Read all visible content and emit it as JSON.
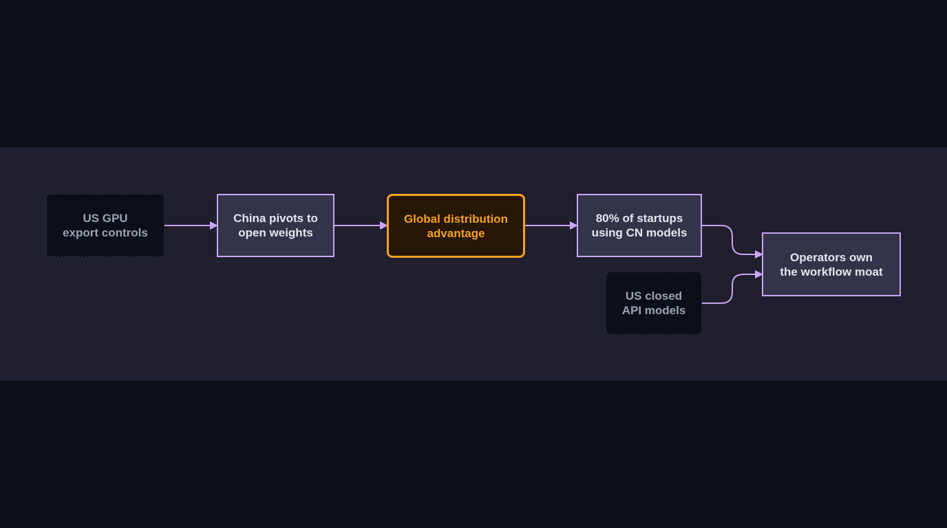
{
  "colors": {
    "background": "#0b0f17",
    "band": "#201f2f",
    "edge": "#c9a6f5",
    "focus": "#f5a11e",
    "input_text": "#9aa3b2",
    "process_text": "#e6e6f0"
  },
  "nodes": {
    "us_gpu": {
      "line1": "US GPU",
      "line2": "export controls"
    },
    "china_pivots": {
      "line1": "China pivots to",
      "line2": "open weights"
    },
    "global_distribution": {
      "line1": "Global distribution",
      "line2": "advantage"
    },
    "startups": {
      "line1": "80% of startups",
      "line2": "using CN models"
    },
    "us_closed": {
      "line1": "US closed",
      "line2": "API models"
    },
    "operators": {
      "line1": "Operators own",
      "line2": "the workflow moat"
    }
  },
  "edges": [
    {
      "from": "us_gpu",
      "to": "china_pivots"
    },
    {
      "from": "china_pivots",
      "to": "global_distribution"
    },
    {
      "from": "global_distribution",
      "to": "startups"
    },
    {
      "from": "startups",
      "to": "operators"
    },
    {
      "from": "us_closed",
      "to": "operators"
    }
  ]
}
